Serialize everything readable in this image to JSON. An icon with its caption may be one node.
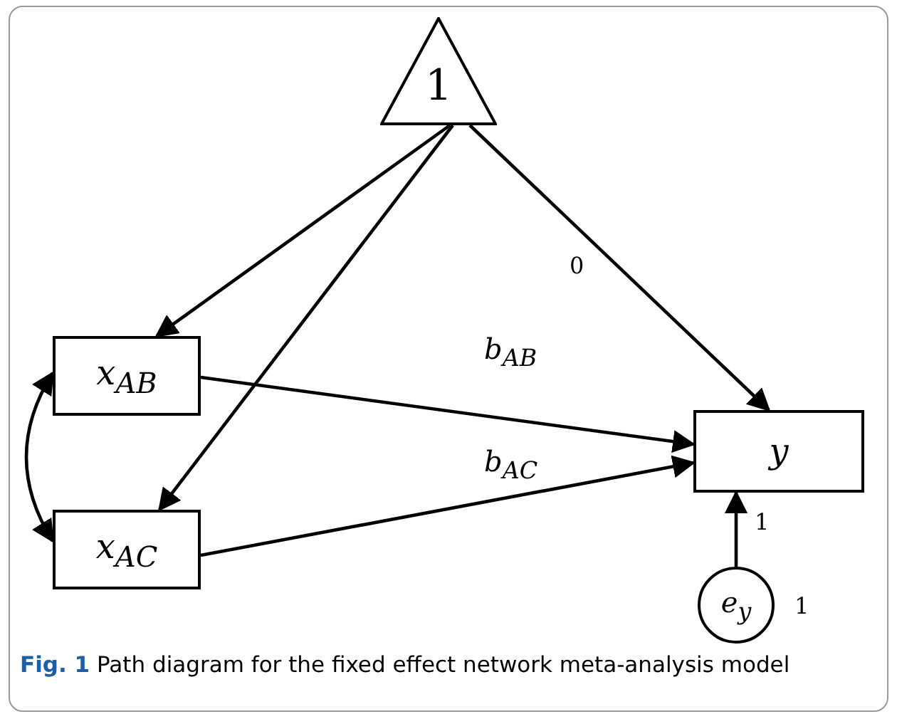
{
  "diagram": {
    "caption": "**Fig. 1** Path diagram for the fixed effect network meta-analysis model",
    "nodes": [
      {
        "text": [
          "1"
        ]
      },
      {
        "text": [
          "x$_{AB}$"
        ]
      },
      {
        "text": [
          "x$_{AC}$"
        ]
      },
      {
        "text": [
          "y"
        ]
      },
      {
        "text": [
          "e$_{y}$"
        ],
        "beside": [
          "1"
        ]
      }
    ],
    "edges": [
      {
        "from": 0,
        "to": 1,
        "arrow": "to"
      },
      {
        "from": 0,
        "to": 2,
        "arrow": "to"
      },
      {
        "from": 0,
        "to": 3,
        "arrow": "to",
        "label": "0"
      },
      {
        "from": 1,
        "to": 3,
        "arrow": "to",
        "label": "b$_{AB}$"
      },
      {
        "from": 2,
        "to": 3,
        "arrow": "to",
        "label": "b$_{AC}$"
      },
      {
        "from": 1,
        "to": 2,
        "arrow": "both"
      },
      {
        "from": 4,
        "to": 3,
        "arrow": "to",
        "label": "1"
      }
    ]
  }
}
